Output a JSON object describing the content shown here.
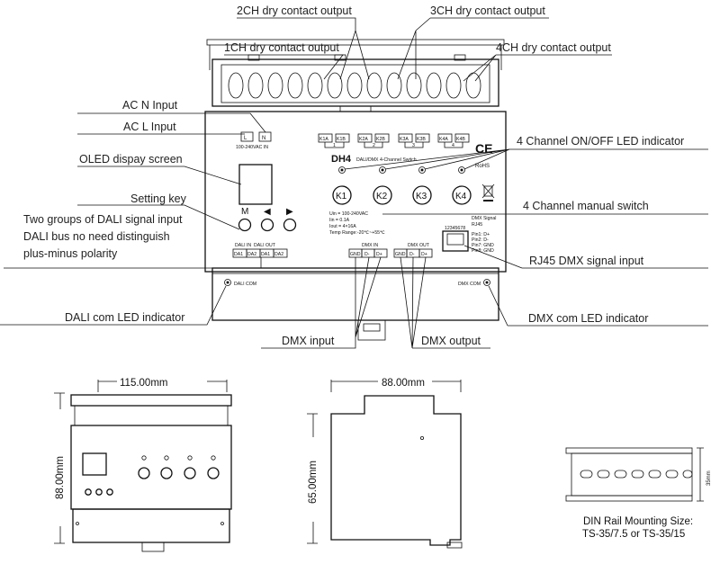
{
  "callouts": {
    "ch2": "2CH dry contact output",
    "ch3": "3CH dry contact output",
    "ch1": "1CH dry contact output",
    "ch4": "4CH dry contact output",
    "acn": "AC N Input",
    "acl": "AC L Input",
    "oled": "OLED dispay screen",
    "setting": "Setting key",
    "dali_a": "Two groups of DALI signal input",
    "dali_b": "DALI bus no need distinguish",
    "dali_c": "plus-minus polarity",
    "dali_com": "DALI com LED indicator",
    "led_ind": "4 Channel ON/OFF LED indicator",
    "manual": "4 Channel manual switch",
    "rj45": "RJ45 DMX signal input",
    "dmx_com": "DMX com LED indicator",
    "dmx_in": "DMX input",
    "dmx_out": "DMX output"
  },
  "device": {
    "terminal_L": "L",
    "terminal_N": "N",
    "voltage": "100-240VAC IN",
    "relay_terms": [
      "K1A",
      "K1B",
      "K2A",
      "K2B",
      "K3A",
      "K3B",
      "K4A",
      "K4B"
    ],
    "relay_nums": [
      "1",
      "2",
      "3",
      "4"
    ],
    "model": "DH4",
    "subtitle": "DALI/DMX 4-Channel Switch",
    "ce": "CE",
    "rohs": "RoHS",
    "keys": [
      "K1",
      "K2",
      "K3",
      "K4"
    ],
    "spec": [
      "Uin = 100-240VAC",
      "Iin   = 0.1A",
      "Iout = 4×16A",
      "Temp Range:-20℃~+55℃"
    ],
    "dmx_signal": "DMX Signal",
    "rj45_label": "RJ45",
    "pins_num": "12345678",
    "pins": [
      "Pin1: D+",
      "Pin2: D-",
      "Pin7: GND",
      "Pin8: GND"
    ],
    "btn_m": "M",
    "btn_left": "◀",
    "btn_right": "▶",
    "dali_in": "DALI IN",
    "dali_out": "DALI OUT",
    "dali_terms": [
      "DA1",
      "DA2",
      "DA1",
      "DA2"
    ],
    "dmx_in_label": "DMX IN",
    "dmx_out_label": "DMX OUT",
    "dmx_terms": [
      "GND",
      "D-",
      "D+",
      "GND",
      "D-",
      "D+"
    ],
    "dali_com": "DALI COM",
    "dmx_com": "DMX COM"
  },
  "dimensions": {
    "front_width": "115.00mm",
    "front_height": "88.00mm",
    "side_width": "88.00mm",
    "side_height": "65.00mm",
    "rail_height": "35mm",
    "rail_caption_1": "DIN Rail Mounting Size:",
    "rail_caption_2": "TS-35/7.5 or TS-35/15"
  }
}
